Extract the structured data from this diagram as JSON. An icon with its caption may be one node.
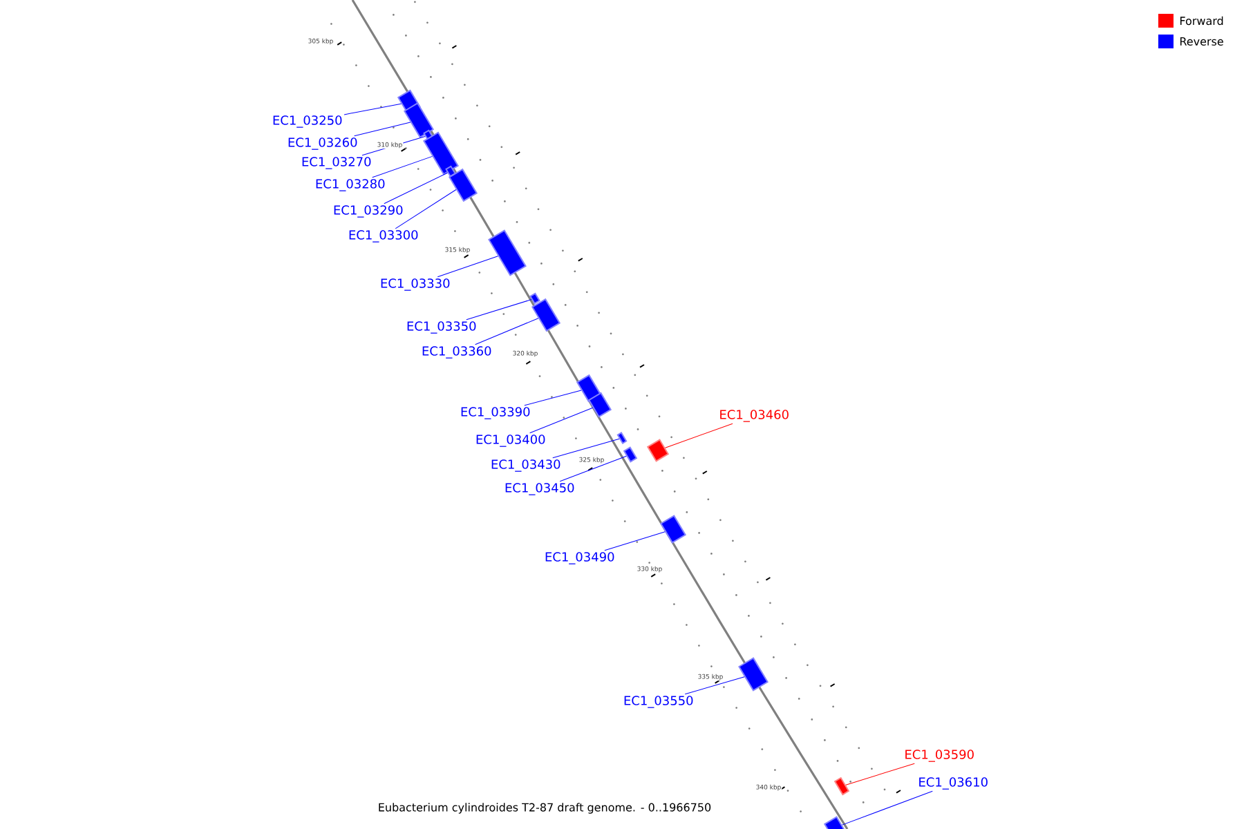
{
  "diagram": {
    "caption": "Eubacterium cylindroides T2-87 draft genome. - 0..1966750",
    "nodes": [
      {
        "text": [
          "EC1_03250"
        ]
      },
      {
        "text": [
          "EC1_03260"
        ]
      },
      {
        "text": [
          "EC1_03270"
        ]
      },
      {
        "text": [
          "EC1_03280"
        ]
      },
      {
        "text": [
          "EC1_03290"
        ]
      },
      {
        "text": [
          "EC1_03300"
        ]
      },
      {
        "text": [
          "EC1_03330"
        ]
      },
      {
        "text": [
          "EC1_03350"
        ]
      },
      {
        "text": [
          "EC1_03360"
        ]
      },
      {
        "text": [
          "EC1_03390"
        ]
      },
      {
        "text": [
          "EC1_03400"
        ]
      },
      {
        "text": [
          "EC1_03430"
        ]
      },
      {
        "text": [
          "EC1_03450"
        ]
      },
      {
        "text": [
          "EC1_03460"
        ]
      },
      {
        "text": [
          "EC1_03490"
        ]
      },
      {
        "text": [
          "EC1_03550"
        ]
      },
      {
        "text": [
          "EC1_03590"
        ]
      },
      {
        "text": [
          "EC1_03610"
        ]
      },
      {
        "text": [],
        "shape": "box"
      },
      {
        "text": [],
        "shape": "box"
      },
      {
        "text": [],
        "shape": "box"
      },
      {
        "text": [],
        "shape": "box"
      },
      {
        "text": [],
        "shape": "box"
      },
      {
        "text": [],
        "shape": "box"
      },
      {
        "text": [],
        "shape": "box"
      },
      {
        "text": [],
        "shape": "box"
      },
      {
        "text": [],
        "shape": "box"
      },
      {
        "text": [],
        "shape": "box"
      },
      {
        "text": [],
        "shape": "box"
      },
      {
        "text": [],
        "shape": "box"
      },
      {
        "text": [],
        "shape": "box"
      },
      {
        "text": [],
        "shape": "box"
      },
      {
        "text": [],
        "shape": "box"
      },
      {
        "text": [],
        "shape": "box"
      },
      {
        "text": [],
        "shape": "box"
      },
      {
        "text": [],
        "shape": "box"
      }
    ],
    "edges": [
      {
        "from": 0,
        "to": 18,
        "arrow": "none"
      },
      {
        "from": 1,
        "to": 19,
        "arrow": "none"
      },
      {
        "from": 2,
        "to": 20,
        "arrow": "none"
      },
      {
        "from": 3,
        "to": 21,
        "arrow": "none"
      },
      {
        "from": 4,
        "to": 22,
        "arrow": "none"
      },
      {
        "from": 5,
        "to": 23,
        "arrow": "none"
      },
      {
        "from": 6,
        "to": 24,
        "arrow": "none"
      },
      {
        "from": 7,
        "to": 25,
        "arrow": "none"
      },
      {
        "from": 8,
        "to": 26,
        "arrow": "none"
      },
      {
        "from": 9,
        "to": 27,
        "arrow": "none"
      },
      {
        "from": 10,
        "to": 28,
        "arrow": "none"
      },
      {
        "from": 11,
        "to": 29,
        "arrow": "none"
      },
      {
        "from": 12,
        "to": 30,
        "arrow": "none"
      },
      {
        "from": 13,
        "to": 31,
        "arrow": "none",
        "color": "#ff0000"
      },
      {
        "from": 14,
        "to": 32,
        "arrow": "none"
      },
      {
        "from": 15,
        "to": 33,
        "arrow": "none"
      },
      {
        "from": 16,
        "to": 34,
        "arrow": "none",
        "color": "#ff0000"
      },
      {
        "from": 17,
        "to": 35,
        "arrow": "none"
      }
    ],
    "labels": [
      "305 kbp",
      "310 kbp",
      "315 kbp",
      "320 kbp",
      "325 kbp",
      "330 kbp",
      "335 kbp",
      "340 kbp"
    ],
    "legend": [
      {
        "text": "Forward",
        "color": "#ff0000"
      },
      {
        "text": "Reverse",
        "color": "#0000ff"
      }
    ]
  }
}
